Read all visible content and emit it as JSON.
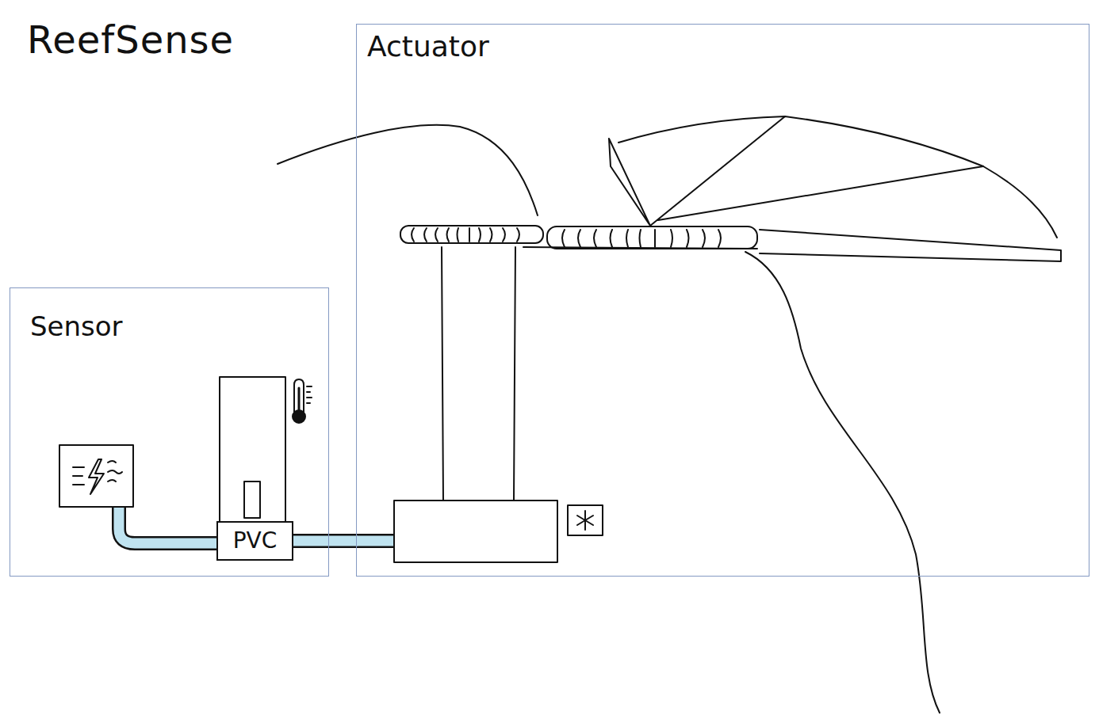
{
  "diagram": {
    "title": "ReefSense",
    "nodes": [
      {
        "text": [
          "Sensor"
        ]
      },
      {
        "text": [
          "Actuator"
        ]
      },
      {
        "text": [
          "PVC"
        ],
        "in": 0
      }
    ],
    "edges": [
      {
        "from": 2,
        "to": 1,
        "arrow": "none"
      }
    ]
  }
}
